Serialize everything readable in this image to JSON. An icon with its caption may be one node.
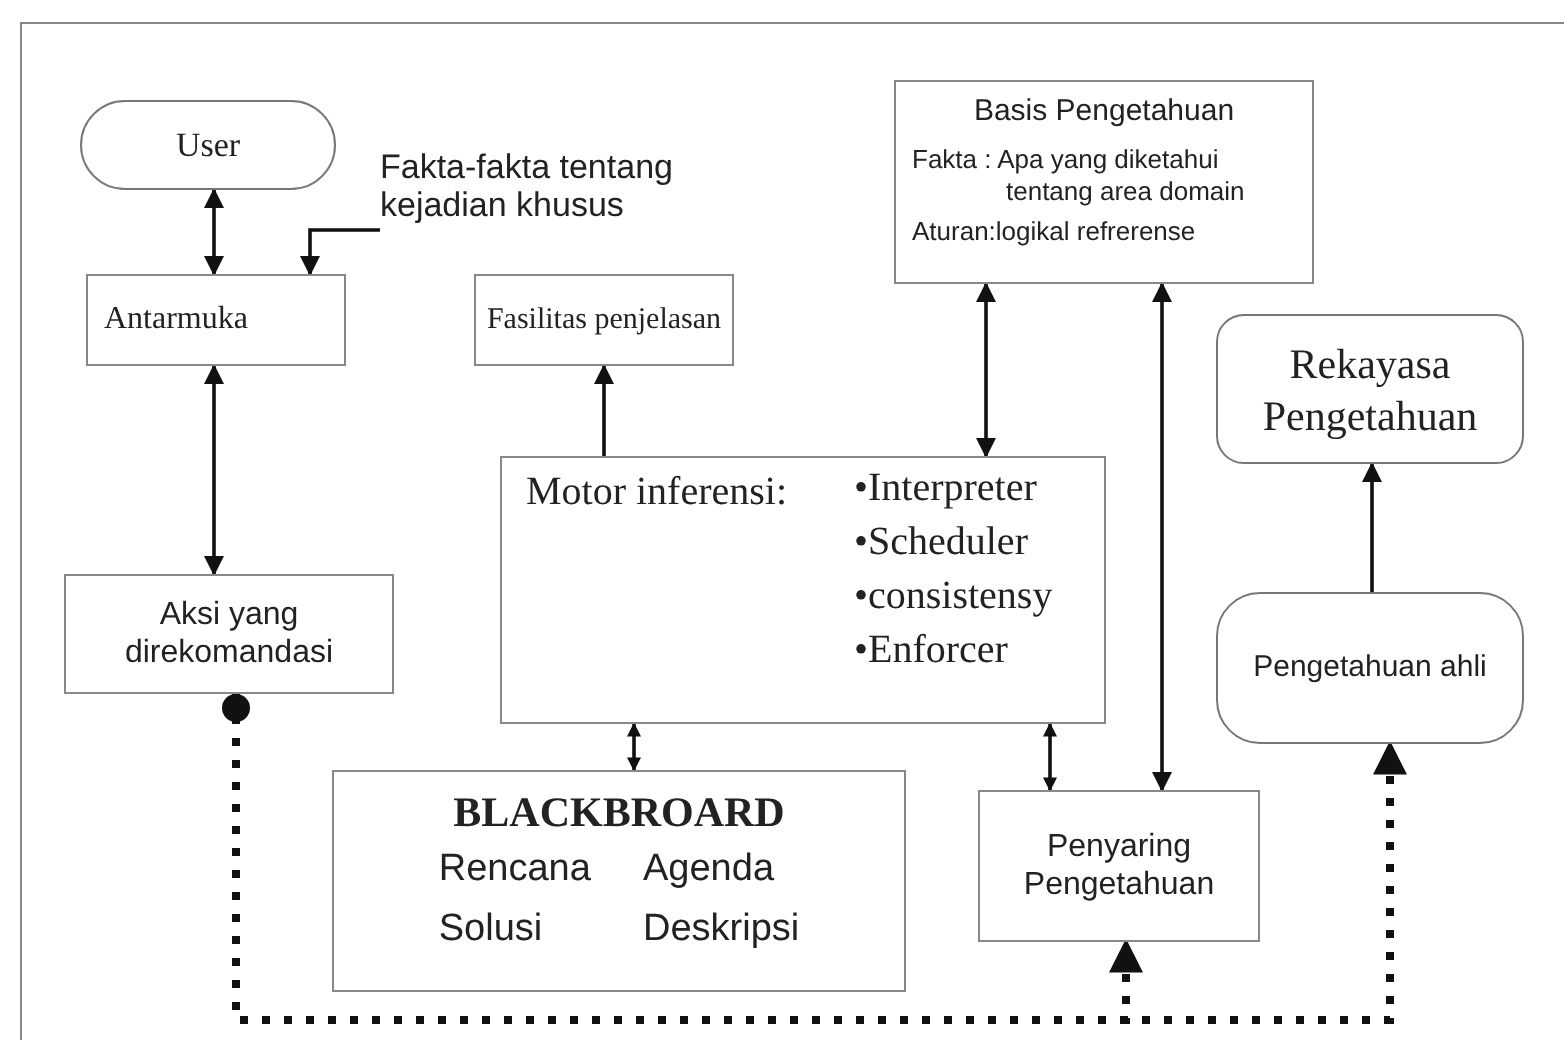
{
  "diagram": {
    "nodes": [
      {
        "text": [
          "User"
        ]
      },
      {
        "text": [
          "Fakta-fakta tentang kejadian khusus"
        ]
      },
      {
        "text": [
          "Antarmuka"
        ]
      },
      {
        "text": [
          "Fasilitas penjelasan"
        ]
      },
      {
        "text": [
          "Basis Pengetahuan",
          "Fakta : Apa yang diketahui tentang area domain",
          "Aturan:logikal refrerense"
        ]
      },
      {
        "text": [
          "Rekayasa Pengetahuan"
        ]
      },
      {
        "text": [
          "Motor inferensi:",
          "•Interpreter",
          "•Scheduler",
          "•consistensy",
          "•Enforcer"
        ]
      },
      {
        "text": [
          "Aksi yang direkomandasi"
        ]
      },
      {
        "text": [
          "Pengetahuan ahli"
        ]
      },
      {
        "text": [
          "BLACKBROARD",
          "Rencana",
          "Agenda",
          "Solusi",
          "Deskripsi"
        ]
      },
      {
        "text": [
          "Penyaring Pengetahuan"
        ]
      }
    ],
    "edges": [
      {
        "from": 0,
        "to": 2,
        "arrow": "both"
      },
      {
        "from": 1,
        "to": 2,
        "arrow": "to"
      },
      {
        "from": 2,
        "to": 7,
        "arrow": "both"
      },
      {
        "from": 6,
        "to": 3,
        "arrow": "to"
      },
      {
        "from": 4,
        "to": 6,
        "arrow": "both"
      },
      {
        "from": 4,
        "to": 10,
        "arrow": "both"
      },
      {
        "from": 8,
        "to": 5,
        "arrow": "to"
      },
      {
        "from": 6,
        "to": 9,
        "arrow": "both"
      },
      {
        "from": 6,
        "to": 10,
        "arrow": "both"
      },
      {
        "from": 7,
        "to": 10,
        "arrow": "to",
        "style": "dashed"
      },
      {
        "from": 7,
        "to": 8,
        "arrow": "to",
        "style": "dashed"
      }
    ]
  }
}
